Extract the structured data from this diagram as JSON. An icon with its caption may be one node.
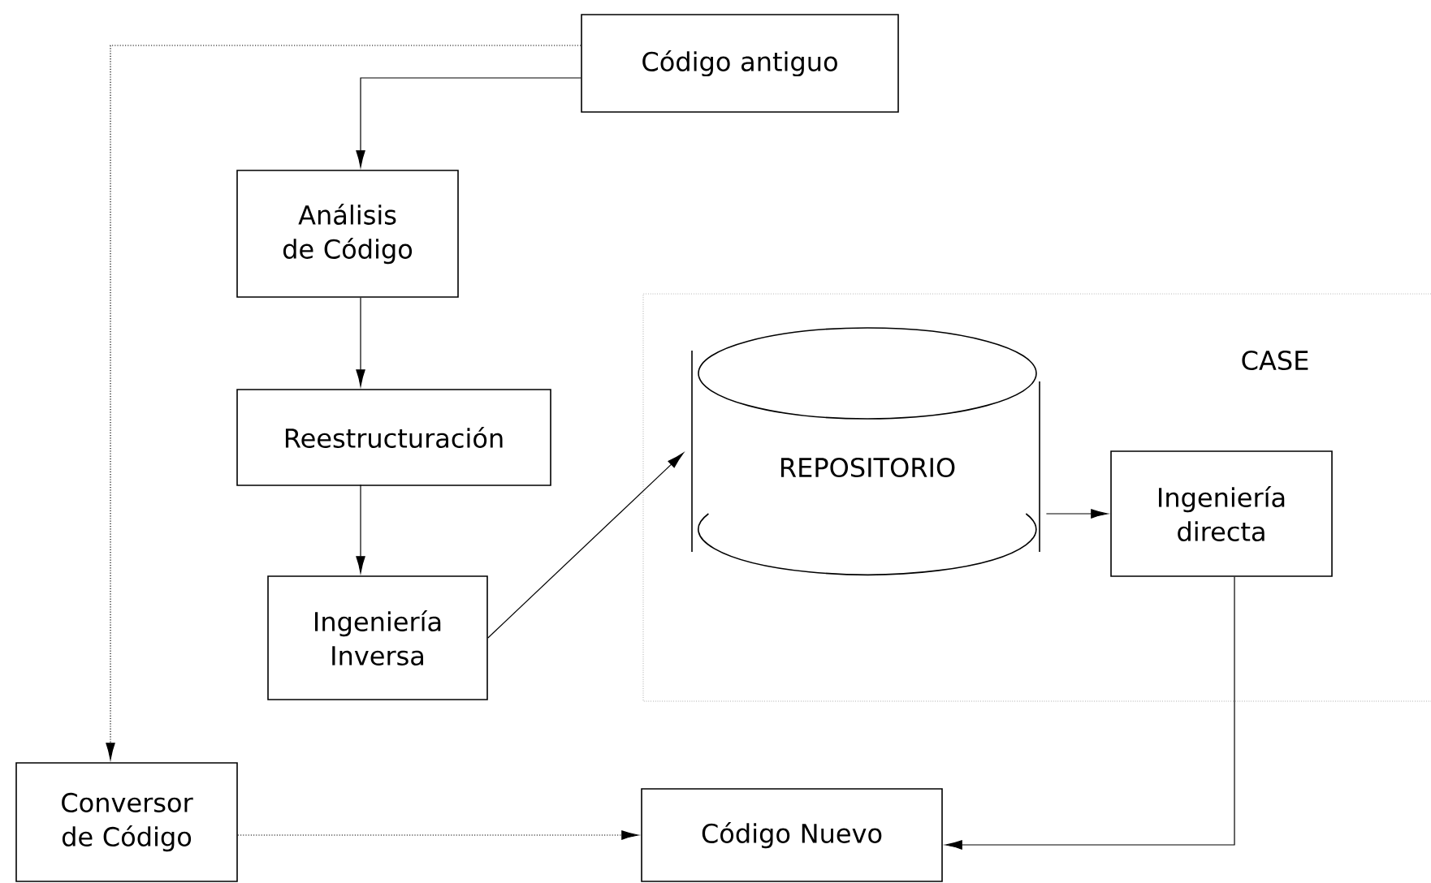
{
  "diagram": {
    "nodes": [
      {
        "text": [
          "CASE"
        ]
      },
      {
        "text": [
          "Código antiguo"
        ]
      },
      {
        "text": [
          "Análisis de Código"
        ]
      },
      {
        "text": [
          "Reestructuración"
        ]
      },
      {
        "text": [
          "Ingeniería Inversa"
        ]
      },
      {
        "text": [
          "REPOSITORIO"
        ],
        "in": 0
      },
      {
        "text": [
          "Ingeniería directa"
        ],
        "in": 0
      },
      {
        "text": [
          "Conversor de Código"
        ]
      },
      {
        "text": [
          "Código Nuevo"
        ]
      }
    ],
    "edges": [
      {
        "from": 1,
        "to": 2,
        "arrow": "to"
      },
      {
        "from": 2,
        "to": 3,
        "arrow": "to"
      },
      {
        "from": 3,
        "to": 4,
        "arrow": "to"
      },
      {
        "from": 4,
        "to": 5,
        "arrow": "to"
      },
      {
        "from": 5,
        "to": 6,
        "arrow": "to"
      },
      {
        "from": 6,
        "to": 8,
        "arrow": "to"
      },
      {
        "from": 1,
        "to": 7,
        "arrow": "to",
        "style": "dashed"
      },
      {
        "from": 7,
        "to": 8,
        "arrow": "to",
        "style": "dashed"
      }
    ]
  }
}
